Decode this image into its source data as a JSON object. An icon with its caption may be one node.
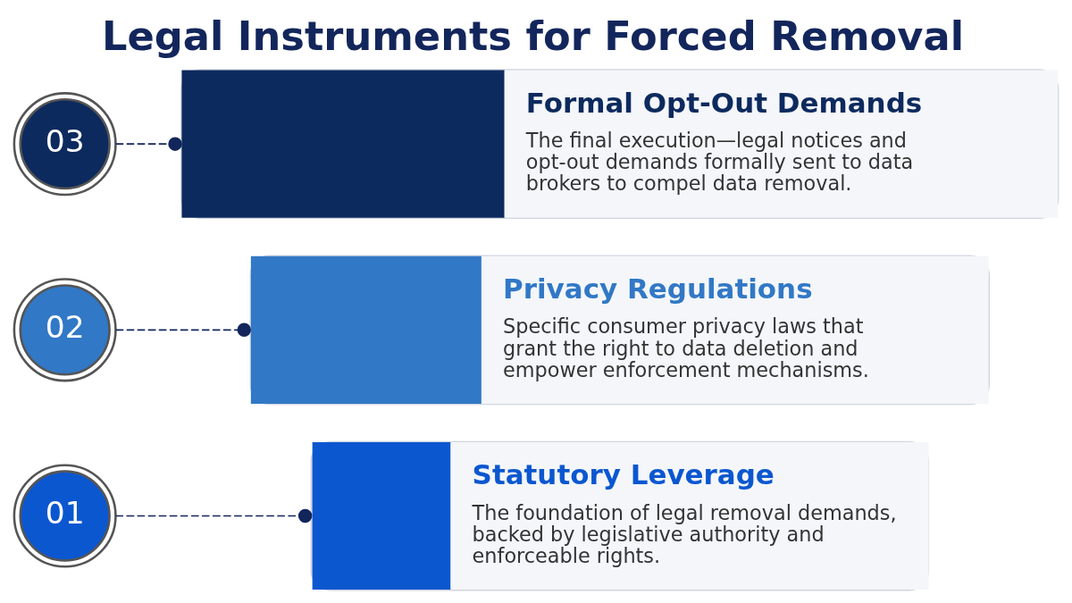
{
  "diagram": {
    "title": "Legal Instruments for Forced Removal",
    "nodes": [
      {
        "text": [
          "01"
        ]
      },
      {
        "text": [
          "Statutory Leverage",
          "The foundation of legal removal demands, backed by legislative authority and enforceable rights."
        ]
      },
      {
        "text": [
          "02"
        ]
      },
      {
        "text": [
          "Privacy Regulations",
          "Specific consumer privacy laws that grant the right to data deletion and empower enforcement mechanisms."
        ]
      },
      {
        "text": [
          "03"
        ]
      },
      {
        "text": [
          "Formal Opt-Out Demands",
          "The final execution—legal notices and opt-out demands formally sent to data brokers to compel data removal."
        ]
      }
    ],
    "edges": [
      {
        "from": 0,
        "to": 1,
        "arrow": "other",
        "style": "dashed"
      },
      {
        "from": 2,
        "to": 3,
        "arrow": "other",
        "style": "dashed"
      },
      {
        "from": 4,
        "to": 5,
        "arrow": "other",
        "style": "dashed"
      }
    ]
  }
}
